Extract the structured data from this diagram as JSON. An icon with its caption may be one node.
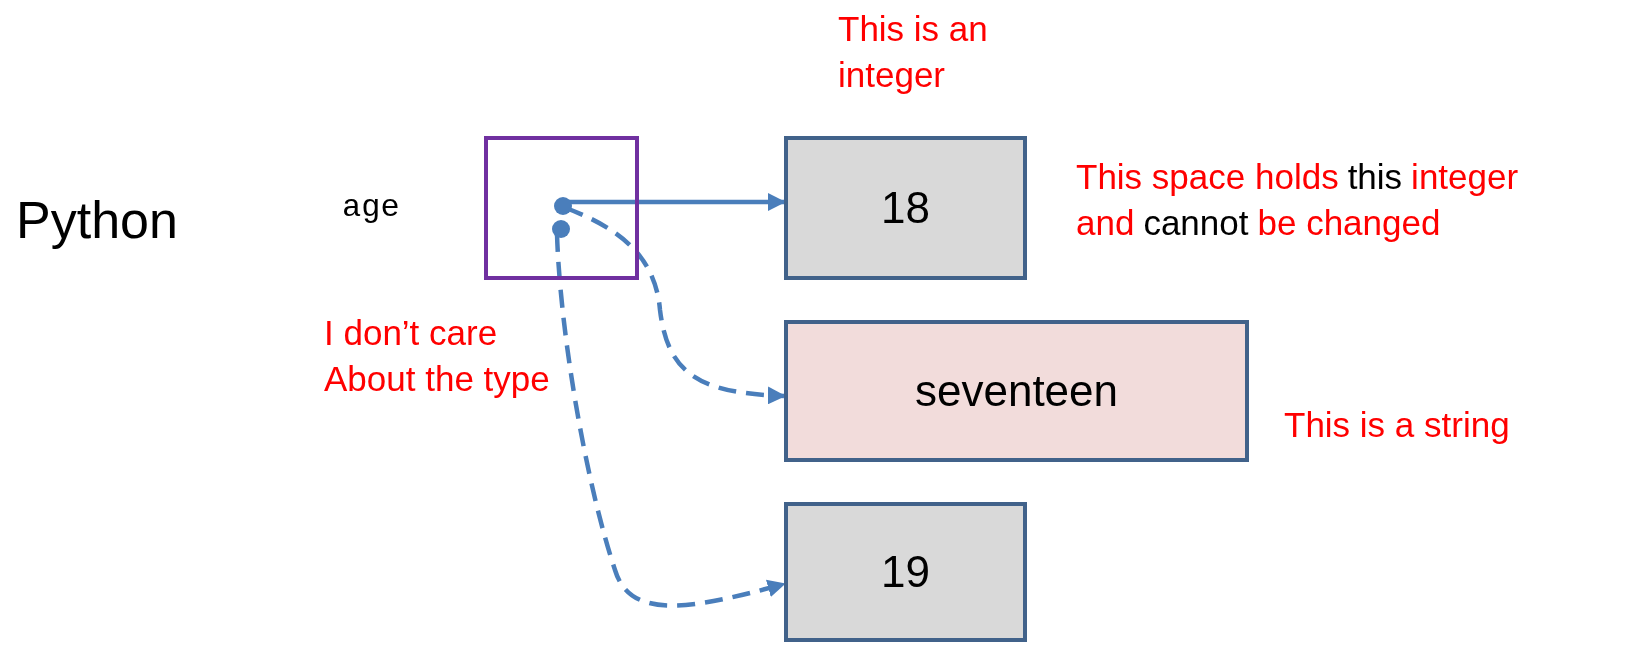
{
  "diagram": {
    "nodes": [
      {
        "text": [],
        "shape": "box",
        "beside": [
          "age"
        ]
      },
      {
        "text": [],
        "shape": "circle",
        "in": 0
      },
      {
        "text": [],
        "shape": "circle",
        "in": 0
      },
      {
        "text": [
          "18"
        ]
      },
      {
        "text": [
          "seventeen"
        ]
      },
      {
        "text": [
          "19"
        ]
      }
    ],
    "edges": [
      {
        "from": 1,
        "to": 3,
        "arrow": "to"
      },
      {
        "from": 1,
        "to": 4,
        "arrow": "to",
        "style": "dashed"
      },
      {
        "from": 2,
        "to": 5,
        "arrow": "to",
        "style": "dashed"
      }
    ],
    "labels": [
      "This is an integer",
      "Python",
      "This space holds",
      "this",
      "integer",
      "and",
      "cannot",
      "be changed",
      "I don’t care About the type",
      "This is a string"
    ]
  }
}
